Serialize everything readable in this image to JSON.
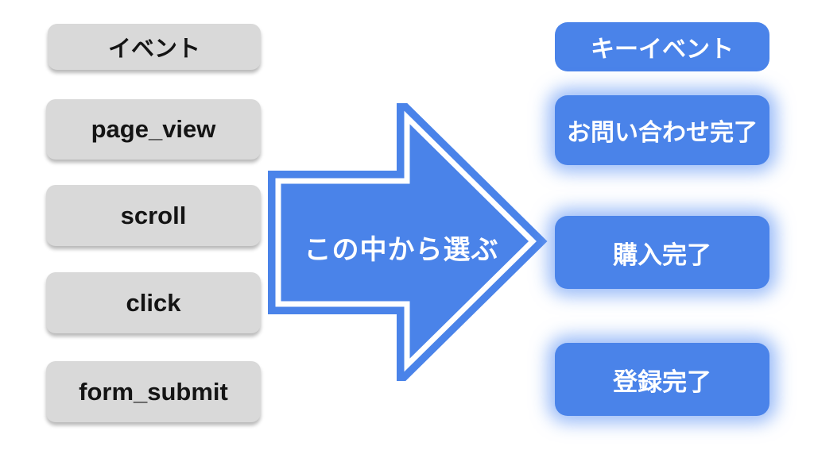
{
  "left_column": {
    "header": "イベント",
    "items": [
      "page_view",
      "scroll",
      "click",
      "form_submit"
    ]
  },
  "arrow": {
    "label": "この中から選ぶ"
  },
  "right_column": {
    "header": "キーイベント",
    "items": [
      "お問い合わせ完了",
      "購入完了",
      "登録完了"
    ]
  },
  "colors": {
    "accent_blue": "#4a83e9",
    "glow_blue": "#7aa6f5",
    "box_gray": "#d9d9d9",
    "text_dark": "#141414",
    "text_light": "#ffffff"
  }
}
